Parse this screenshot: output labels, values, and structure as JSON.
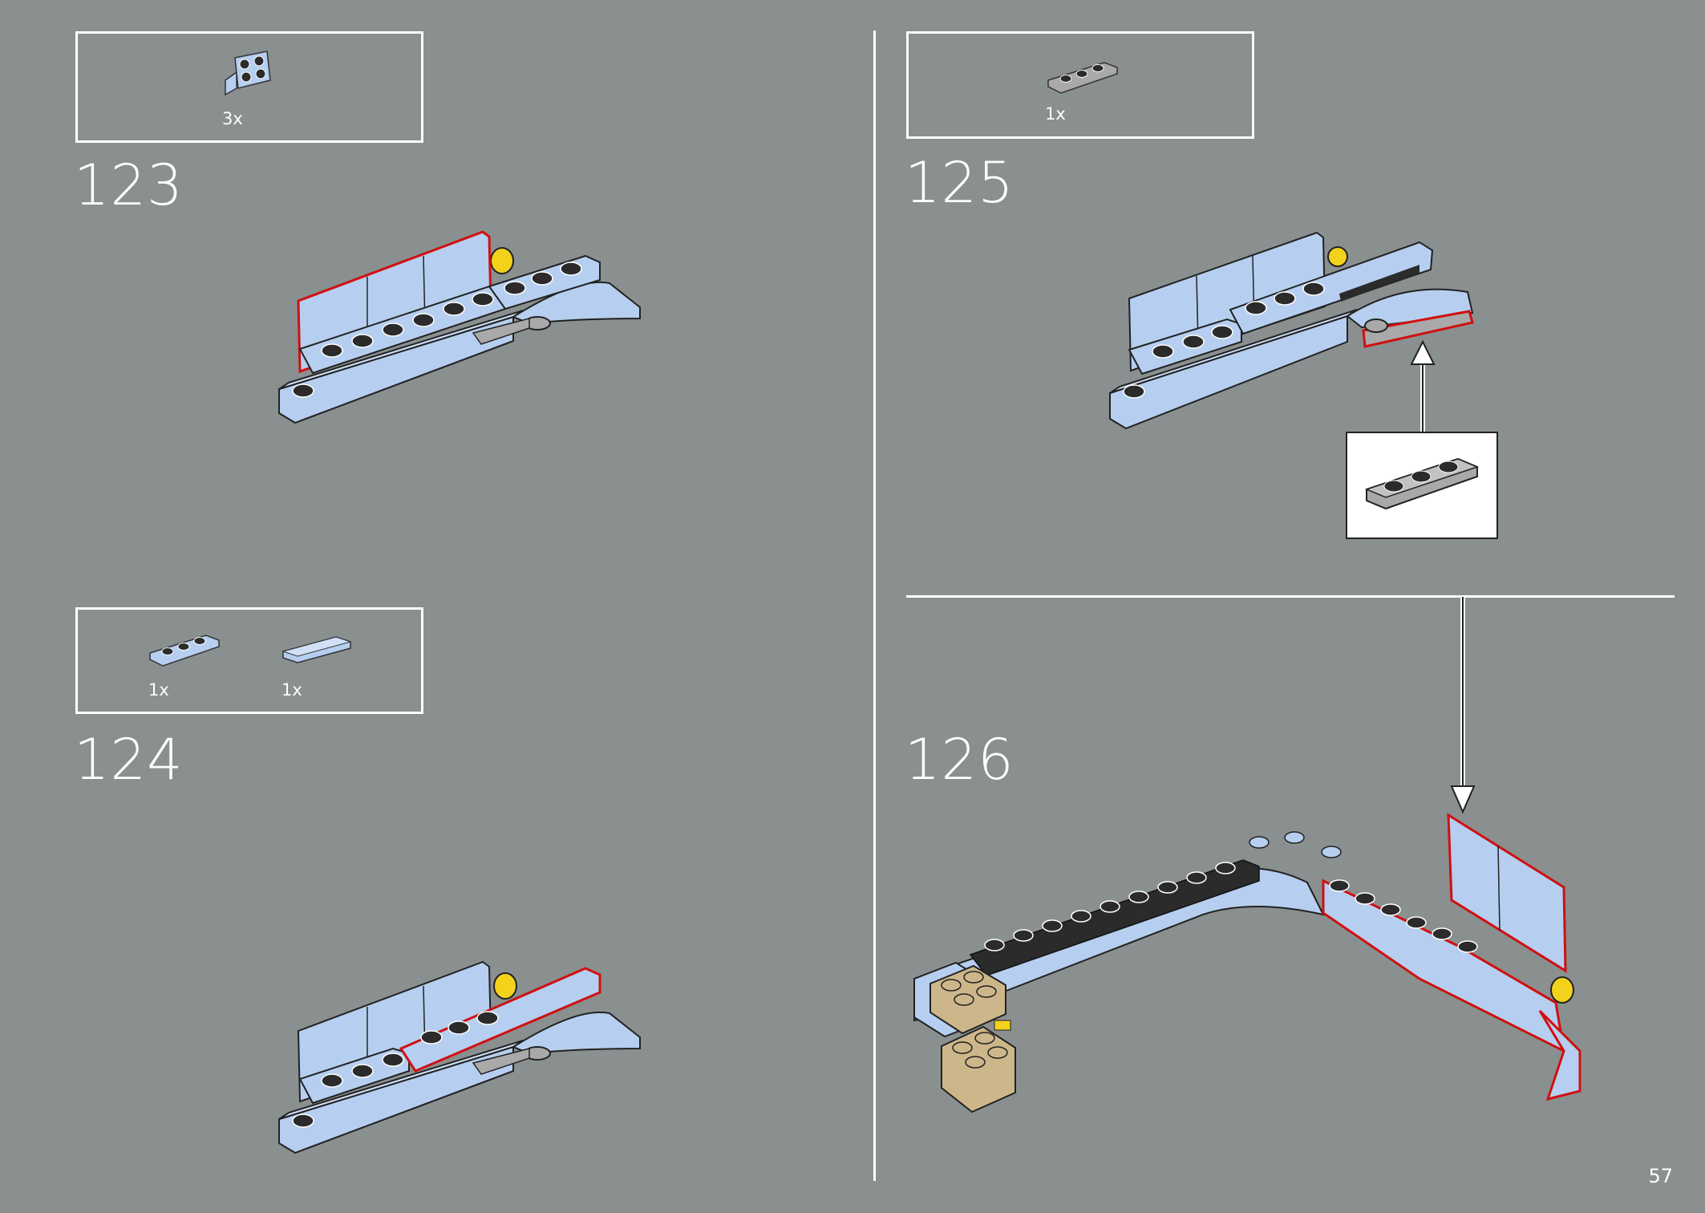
{
  "steps": [
    {
      "number": "123",
      "parts": [
        {
          "qty": "3x",
          "icon": "bracket-2x2-light-blue"
        }
      ]
    },
    {
      "number": "124",
      "parts": [
        {
          "qty": "1x",
          "icon": "plate-1x3-light-blue"
        },
        {
          "qty": "1x",
          "icon": "tile-1x4-light-blue"
        }
      ]
    },
    {
      "number": "125",
      "parts": [
        {
          "qty": "1x",
          "icon": "plate-1x3-gray"
        }
      ]
    },
    {
      "number": "126",
      "parts": []
    }
  ],
  "page": {
    "number": "57"
  },
  "colors": {
    "background": "#8a8f8f",
    "brick_light_blue": "#b6cff0",
    "highlight_red": "#d01010",
    "brick_gray": "#a9a9a9",
    "brick_tan": "#cdb78a",
    "brick_black": "#2b2b2b",
    "accent_yellow": "#f2d21b"
  }
}
